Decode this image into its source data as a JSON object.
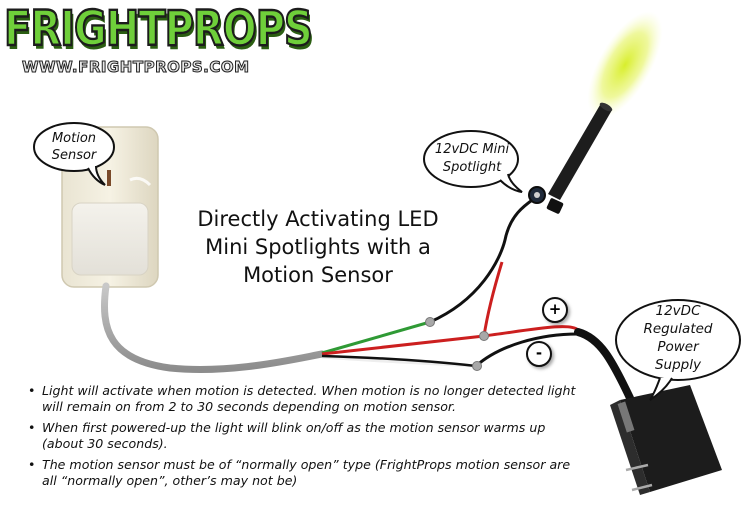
{
  "brand": {
    "name": "FRIGHTPROPS",
    "url": "WWW.FRIGHTPROPS.COM",
    "color": "#6fcf3a"
  },
  "title": {
    "lines": [
      "Directly Activating LED",
      "Mini Spotlights with a",
      "Motion Sensor"
    ]
  },
  "components": {
    "motion_sensor": {
      "label_lines": [
        "Motion",
        "Sensor"
      ],
      "icon": "motion-sensor-icon"
    },
    "spotlight": {
      "label_lines": [
        "12vDC Mini",
        "Spotlight"
      ],
      "icon": "spotlight-icon",
      "beam_color": "#d4ec2a"
    },
    "power_supply": {
      "label_lines": [
        "12vDC",
        "Regulated",
        "Power",
        "Supply"
      ],
      "icon": "power-adapter-icon"
    }
  },
  "polarity": {
    "positive": "+",
    "negative": "-"
  },
  "wires": {
    "colors": {
      "red": "#cc1f1f",
      "black": "#111111",
      "green": "#2f9a35",
      "white": "#f2f2f2",
      "cable": "#a5a5a5"
    }
  },
  "notes": [
    "Light will activate when motion is detected.  When motion is no longer detected light will remain on from 2 to 30 seconds depending on motion sensor.",
    "When first powered-up the light will blink on/off as the motion sensor warms up (about 30 seconds).",
    "The motion sensor must be of “normally open” type (FrightProps motion sensor are all “normally open”, other’s may not be)"
  ]
}
